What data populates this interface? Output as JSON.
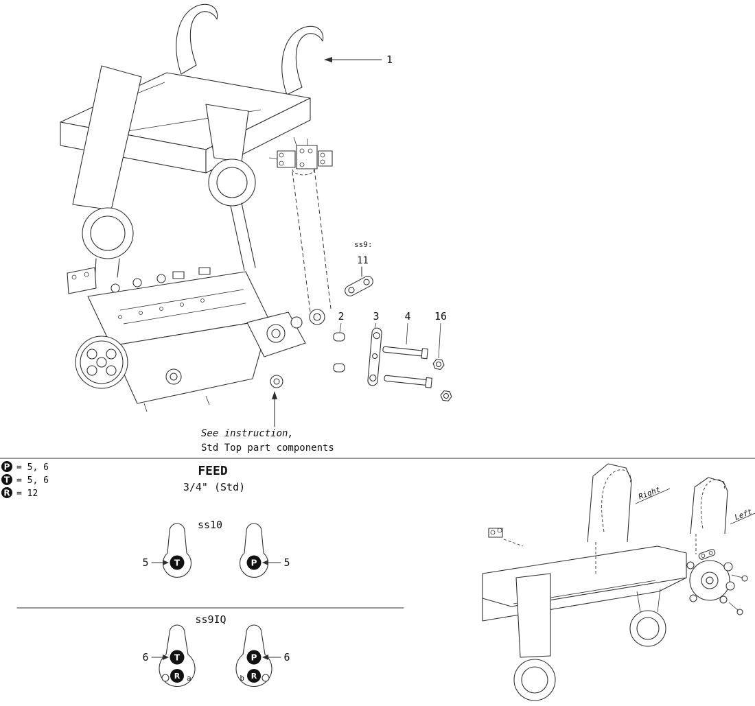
{
  "callouts": {
    "part_1": "1",
    "part_2": "2",
    "part_3": "3",
    "part_4": "4",
    "part_16": "16",
    "ss9_label": "ss9:",
    "part_11": "11"
  },
  "instruction_note": {
    "line1": "See instruction,",
    "line2": "Std Top part components"
  },
  "legend": {
    "p_symbol": "P",
    "p_value": "= 5, 6",
    "t_symbol": "T",
    "t_value": "= 5, 6",
    "r_symbol": "R",
    "r_value": "= 12"
  },
  "feed_section": {
    "title": "FEED",
    "size": "3/4\" (Std)"
  },
  "ss10_section": {
    "label": "ss10",
    "left_num": "5",
    "left_port": "T",
    "right_num": "5",
    "right_port": "P"
  },
  "ss9iq_section": {
    "label": "ss9IQ",
    "left_num": "6",
    "left_port": "T",
    "left_sub_port": "R",
    "left_tag": "a",
    "right_num": "6",
    "right_port": "P",
    "right_sub_port": "R",
    "right_tag": "b"
  },
  "rear_view": {
    "right_label": "Right",
    "left_label": "Left"
  }
}
